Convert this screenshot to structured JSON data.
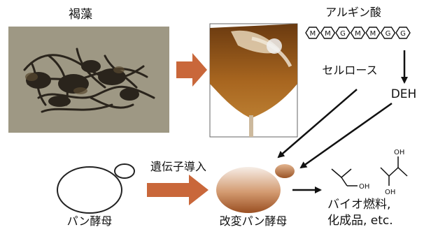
{
  "labels": {
    "brown_algae": "褐藻",
    "alginic_acid": "アルギン酸",
    "cellulose": "セルロース",
    "deh": "DEH",
    "gene_transfer": "遺伝子導入",
    "bakers_yeast": "パン酵母",
    "modified_yeast": "改変パン酵母",
    "biofuel_line1": "バイオ燃料,",
    "biofuel_line2": "化成品, etc.",
    "oh": "OH"
  },
  "alginate_chain": [
    "M",
    "M",
    "G",
    "M",
    "M",
    "G",
    "G"
  ],
  "colors": {
    "block_arrow": "#c9673a",
    "line_arrow": "#111111",
    "yeast_outline": "#222222",
    "modified_yeast_top": "#f6ede6",
    "modified_yeast_bottom": "#9a4f22",
    "algae_background": "#a6a08c",
    "seaweed": "#2a241c"
  }
}
